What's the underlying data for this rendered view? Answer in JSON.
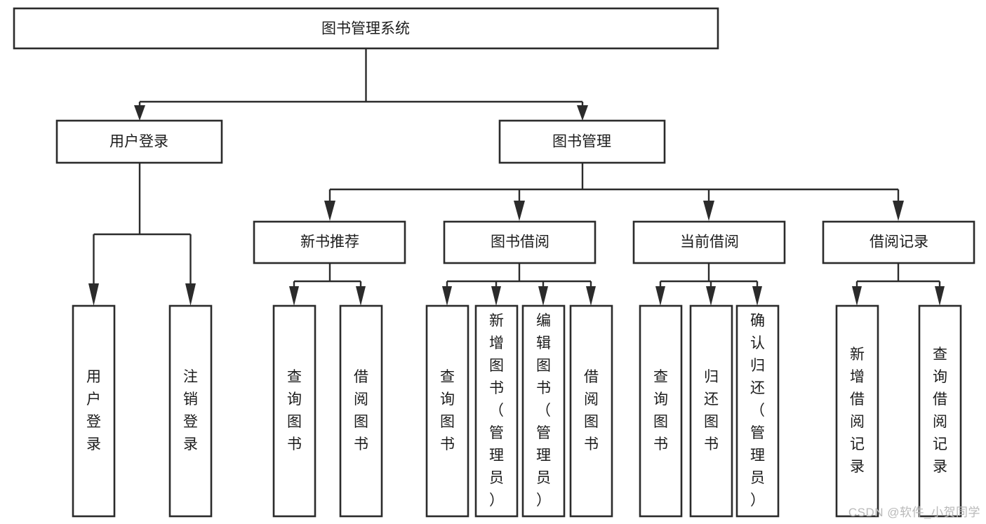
{
  "diagram": {
    "type": "tree-hierarchy",
    "title": "图书管理系统",
    "background_color": "#ffffff",
    "line_color": "#2b2b2b",
    "text_color": "#1c1c1c",
    "root": {
      "label": "图书管理系统"
    },
    "level2": [
      {
        "label": "用户登录"
      },
      {
        "label": "图书管理"
      }
    ],
    "level3": [
      {
        "label": "新书推荐"
      },
      {
        "label": "图书借阅"
      },
      {
        "label": "当前借阅"
      },
      {
        "label": "借阅记录"
      }
    ],
    "leaves": {
      "user_login": [
        {
          "label": "用户登录"
        },
        {
          "label": "注销登录"
        }
      ],
      "new_book_recommend": [
        {
          "label": "查询图书"
        },
        {
          "label": "借阅图书"
        }
      ],
      "book_borrow": [
        {
          "label": "查询图书"
        },
        {
          "label": "新增图书（管理员）"
        },
        {
          "label": "编辑图书（管理员）"
        },
        {
          "label": "借阅图书"
        }
      ],
      "current_borrow": [
        {
          "label": "查询图书"
        },
        {
          "label": "归还图书"
        },
        {
          "label": "确认归还（管理员）"
        }
      ],
      "borrow_record": [
        {
          "label": "新增借阅记录"
        },
        {
          "label": "查询借阅记录"
        }
      ]
    }
  },
  "watermark": {
    "text": "CSDN @软件_小贺同学"
  }
}
